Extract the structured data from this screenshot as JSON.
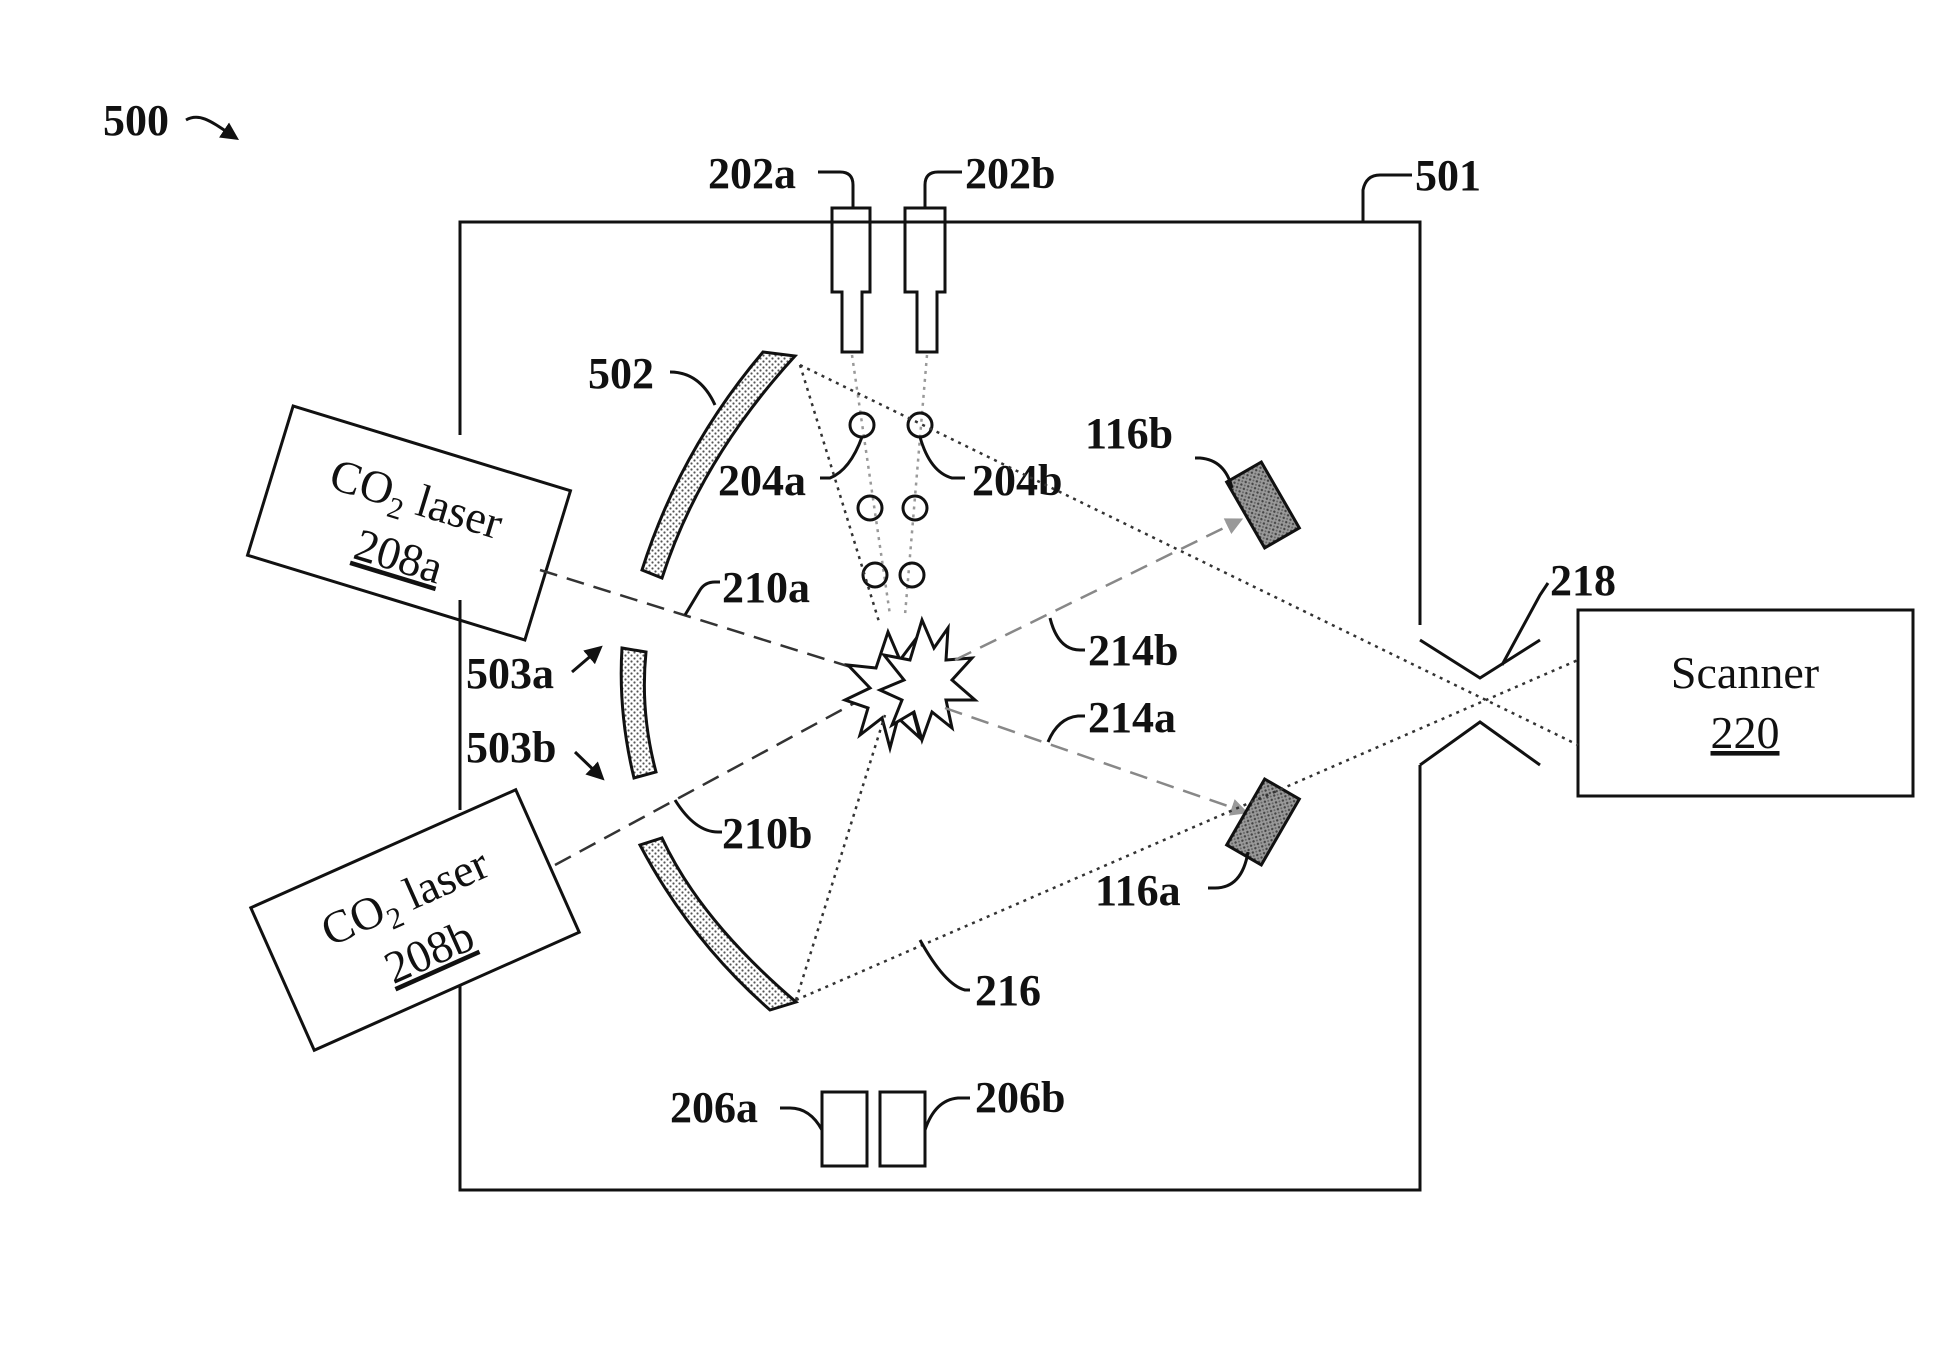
{
  "figure_label": "500",
  "labels": {
    "chamber": "501",
    "mirror": "502",
    "arrow_a": "503a",
    "arrow_b": "503b",
    "nozzle_a": "202a",
    "nozzle_b": "202b",
    "droplet_a": "204a",
    "droplet_b": "204b",
    "catcher_a": "206a",
    "catcher_b": "206b",
    "laser_path_a": "210a",
    "laser_path_b": "210b",
    "light_a": "214a",
    "light_b": "214b",
    "sensor_a": "116a",
    "sensor_b": "116b",
    "euv_path": "216",
    "aperture": "218"
  },
  "laser_a": {
    "name": "CO",
    "sub": "2",
    "rest": " laser",
    "ref": "208a"
  },
  "laser_b": {
    "name": "CO",
    "sub": "2",
    "rest": " laser",
    "ref": "208b"
  },
  "scanner": {
    "name": "Scanner",
    "ref": "220"
  }
}
